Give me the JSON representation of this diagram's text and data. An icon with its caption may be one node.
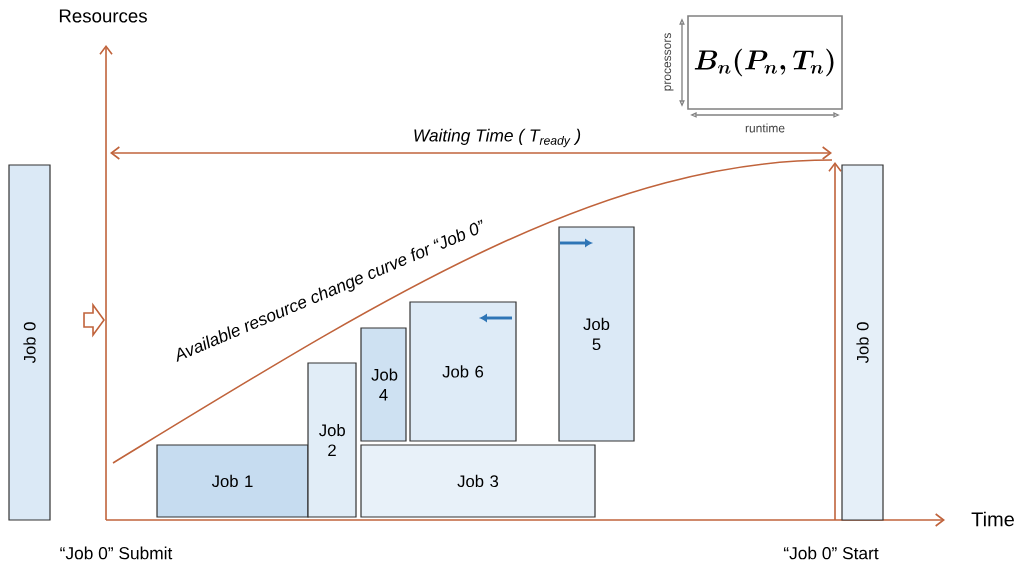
{
  "diagram": {
    "nodes": [
      {
        "text": [
          "Job 0"
        ]
      },
      {
        "text": [
          "Job 1"
        ]
      },
      {
        "text": [
          "Job 2"
        ]
      },
      {
        "text": [
          "Job 3"
        ]
      },
      {
        "text": [
          "Job 4"
        ]
      },
      {
        "text": [
          "Job 6"
        ]
      },
      {
        "text": [
          "Job 5"
        ]
      },
      {
        "text": [
          "Job 0"
        ]
      },
      {
        "text": [
          "B_n(P_n,T_n)"
        ]
      }
    ],
    "labels": [
      "Resources",
      "processors",
      "runtime",
      "Waiting Time ( T$_{ready}$ )",
      "Available resource change curve for “Job 0”",
      "Time",
      "“Job 0” Submit",
      "“Job 0” Start"
    ]
  }
}
